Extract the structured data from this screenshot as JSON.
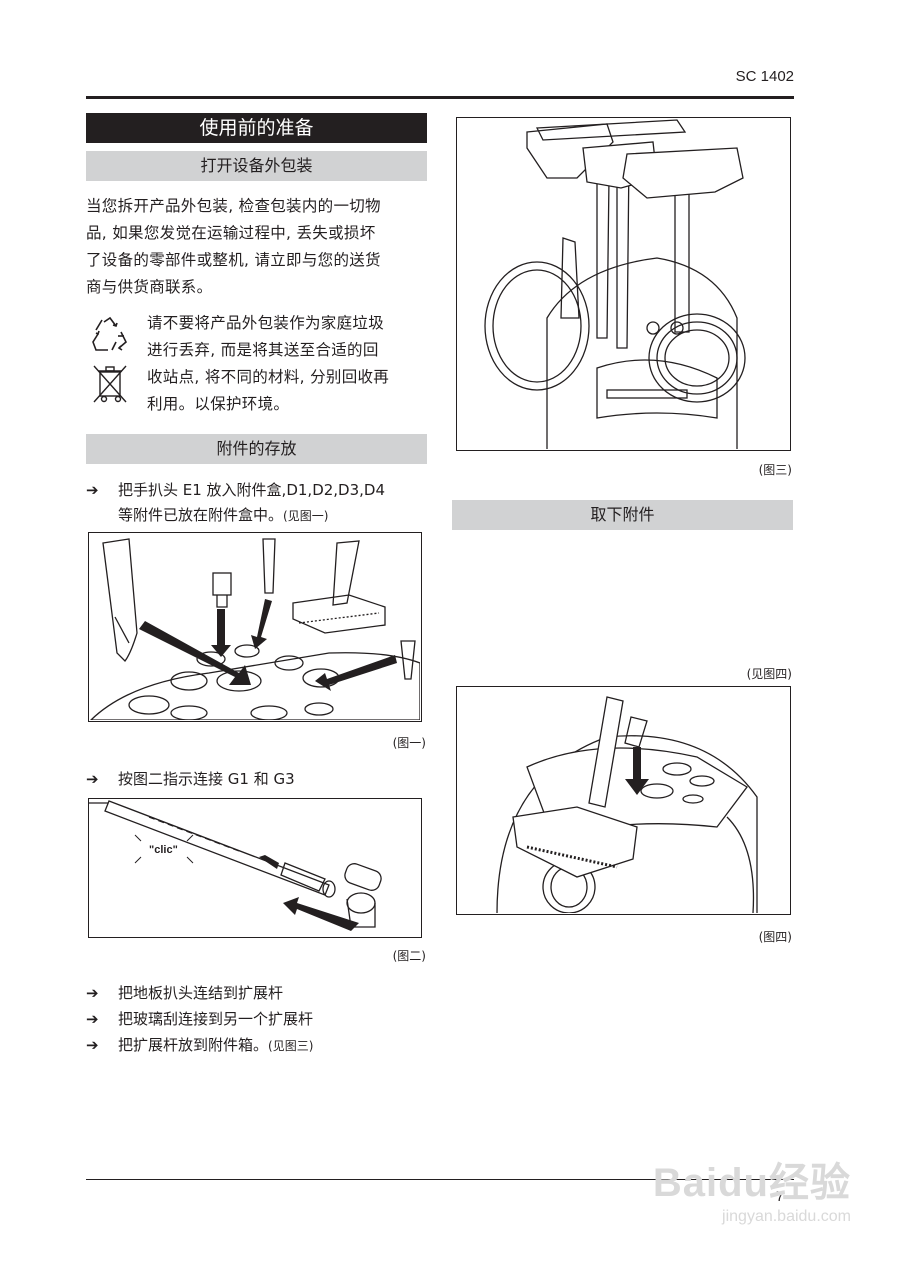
{
  "header": {
    "model": "SC 1402"
  },
  "left": {
    "main_title": "使用前的准备",
    "unpack": {
      "title": "打开设备外包装",
      "lines": [
        "当您拆开产品外包装, 检查包装内的一切物",
        "品, 如果您发觉在运输过程中, 丢失或损坏",
        "了设备的零部件或整机, 请立即与您的送货",
        "商与供货商联系。"
      ],
      "env_lines": [
        "请不要将产品外包装作为家庭垃圾",
        "进行丢弃, 而是将其送至合适的回",
        "收站点, 将不同的材料, 分别回收再",
        "利用。以保护环境。"
      ]
    },
    "storage": {
      "title": "附件的存放",
      "bullet1_line1": "把手扒头 E1 放入附件盒,D1,D2,D3,D4",
      "bullet1_line2": "等附件已放在附件盒中。",
      "bullet1_ref": "(见图一)",
      "fig1_caption": "(图一)",
      "bullet2": "按图二指示连接 G1 和 G3",
      "fig2_caption": "(图二)",
      "fig2_click": "\"clic\"",
      "bullets": [
        "把地板扒头连结到扩展杆",
        "把玻璃刮连接到另一个扩展杆",
        "把扩展杆放到附件箱。"
      ],
      "bullet_last_ref": "(见图三)",
      "arrow_icon": "➔"
    }
  },
  "right": {
    "fig3_caption": "(图三)",
    "remove_title": "取下附件",
    "fig4_ref": "(见图四)",
    "fig4_caption": "(图四)"
  },
  "footer": {
    "page_number": "7",
    "watermark_main": "Baidu经验",
    "watermark_url": "jingyan.baidu.com"
  }
}
